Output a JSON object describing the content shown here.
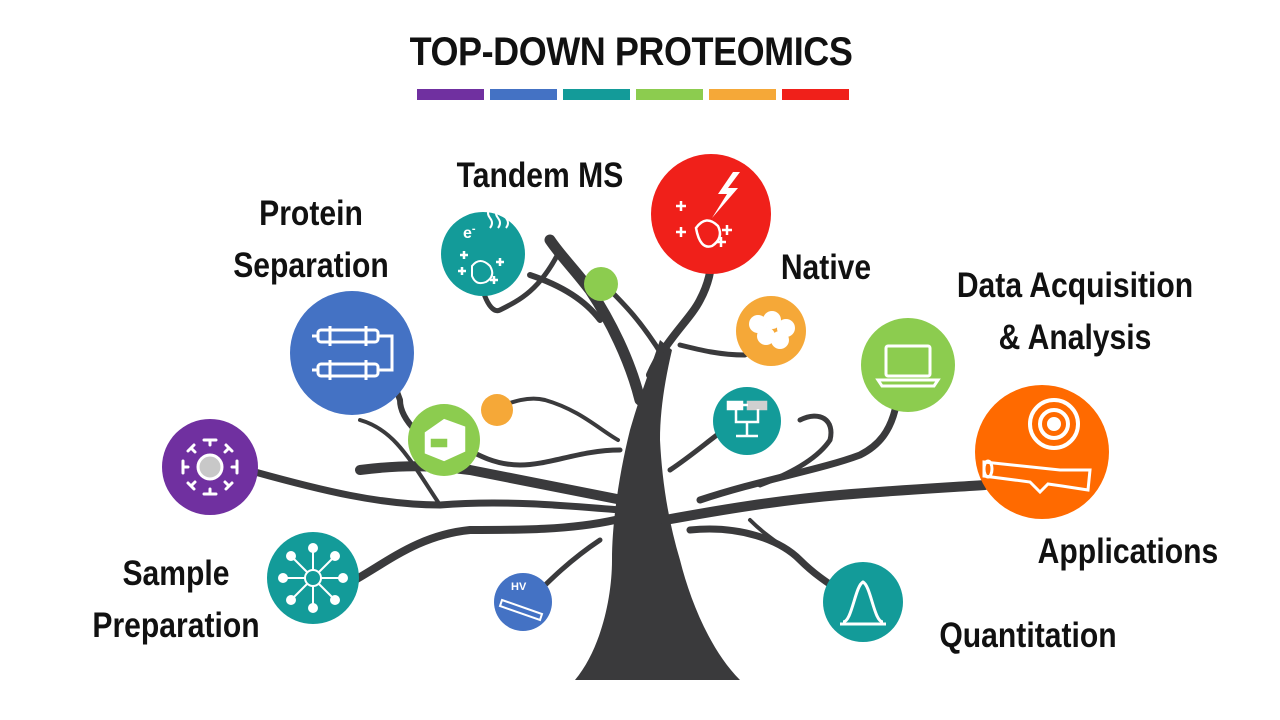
{
  "title": "TOP-DOWN PROTEOMICS",
  "title_bar_colors": [
    "#7030a0",
    "#4472c4",
    "#139b99",
    "#8ccc4f",
    "#f5a838",
    "#f0201a"
  ],
  "labels": {
    "tandem_ms": "Tandem MS",
    "protein_separation_1": "Protein",
    "protein_separation_2": "Separation",
    "native": "Native",
    "data_acquisition_1": "Data Acquisition",
    "data_acquisition_2": "& Analysis",
    "applications": "Applications",
    "sample_preparation_1": "Sample",
    "sample_preparation_2": "Preparation",
    "quantitation": "Quantitation"
  },
  "icon_text": {
    "electron": "e",
    "high_voltage": "HV"
  },
  "colors": {
    "trunk": "#3a3a3c",
    "purple": "#7030a0",
    "blue": "#4472c4",
    "teal": "#139b99",
    "green": "#8ccc4f",
    "orange": "#f5a838",
    "red": "#f0201a",
    "deep_orange": "#ff6a00"
  },
  "icons": [
    "virus-icon",
    "separation-icon",
    "fragmentation-icon",
    "lightning-icon",
    "native-complex-icon",
    "laptop-icon",
    "target-icon",
    "rifle-icon",
    "workflow-icon",
    "instrument-icon",
    "hv-capillary-icon",
    "peak-icon",
    "molecule-network-icon"
  ]
}
